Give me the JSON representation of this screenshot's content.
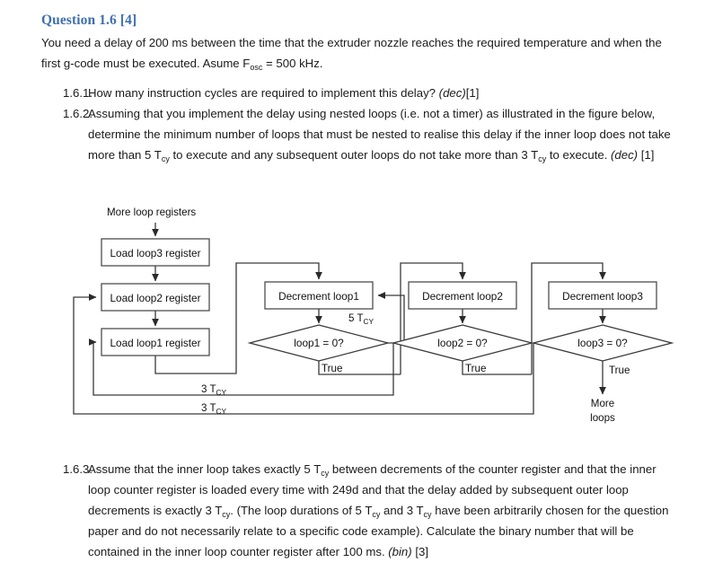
{
  "question": {
    "heading": "Question 1.6 [4]",
    "intro_line1": "You need a delay of 200 ms between the time that the extruder nozzle reaches the required temperature",
    "intro_line2_a": "and when the first g-code must be executed. Asume F",
    "intro_line2_sub": "osc",
    "intro_line2_b": " = 500 kHz."
  },
  "subquestions": [
    {
      "number": "1.6.1.",
      "text_a": "How many instruction cycles are required to implement this delay? ",
      "italic": "(dec)",
      "text_b": "[1]"
    },
    {
      "number": "1.6.2.",
      "p1": "Assuming that you implement the delay using nested loops (i.e. not a timer) as illustrated in the figure below, determine the minimum number of loops that must be nested to realise this delay if the inner loop does not take more than 5 T",
      "sub1": "cy",
      "p2": " to execute and any subsequent outer loops do not take more than 3 T",
      "sub2": "cy",
      "p3": " to execute. ",
      "italic": "(dec)",
      "p4": " [1]"
    },
    {
      "number": "1.6.3.",
      "p1": "Assume that the inner loop takes exactly 5 T",
      "sub1": "cy",
      "p2": " between decrements of the counter register and that the inner loop counter register is loaded every time with 249d and that the delay added by subsequent outer loop decrements is exactly 3 T",
      "sub2": "cy",
      "p3": ". (The loop durations of 5 T",
      "sub3": "cy",
      "p4": " and 3 T",
      "sub4": "cy",
      "p5": " have been arbitrarily chosen for the question paper and do not necessarily relate to a specific code example). Calculate the binary number that will be contained in the inner loop counter register after 100 ms. ",
      "italic": "(bin)",
      "p6": " [3]"
    }
  ],
  "flowchart": {
    "entry_label": "More loop registers",
    "exit_label_line1": "More",
    "exit_label_line2": "loops",
    "boxes": [
      {
        "id": "load3",
        "label": "Load loop3 register"
      },
      {
        "id": "load2",
        "label": "Load loop2 register"
      },
      {
        "id": "load1",
        "label": "Load loop1 register"
      },
      {
        "id": "dec1",
        "label": "Decrement loop1"
      },
      {
        "id": "dec2",
        "label": "Decrement loop2"
      },
      {
        "id": "dec3",
        "label": "Decrement loop3"
      }
    ],
    "decisions": [
      {
        "id": "d1",
        "label": "loop1 = 0?"
      },
      {
        "id": "d2",
        "label": "loop2 = 0?"
      },
      {
        "id": "d3",
        "label": "loop3 = 0?"
      }
    ],
    "true_labels": [
      "True",
      "True",
      "True"
    ],
    "timing_labels": [
      {
        "id": "t5",
        "value": "5 T",
        "sub": "CY"
      },
      {
        "id": "t3a",
        "value": "3 T",
        "sub": "CY"
      },
      {
        "id": "t3b",
        "value": "3 T",
        "sub": "CY"
      }
    ]
  },
  "colors": {
    "heading": "#3f6fad",
    "text": "#1b1b1b",
    "stroke": "#3a3a3a",
    "box_fill": "#ffffff"
  }
}
